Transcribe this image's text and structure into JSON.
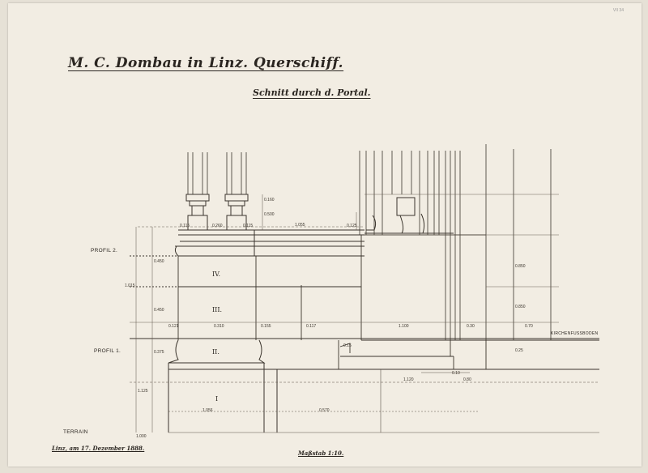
{
  "sheet": {
    "title": "M. C. Dombau in Linz. Querschiff.",
    "subtitle": "Schnitt durch d. Portal.",
    "corner_note": "VII 34",
    "labels": {
      "profile_2": "PROFIL 2.",
      "profile_1": "PROFIL 1.",
      "terrain": "TERRAIN",
      "kirchenfussboden": "KIRCHENFUSSBODEN"
    },
    "courses": [
      "IV.",
      "III.",
      "II.",
      "I"
    ],
    "dimensions": {
      "d_top_left": "0.115",
      "d_top_mid": "0.260",
      "d_top_right": "0.115",
      "d_top_span": "1.055",
      "d_top_end": "0.125",
      "d_vert_1": "0.160",
      "d_vert_2": "0.500",
      "d_vert_3": "0.450",
      "d_vert_4": "0.450",
      "d_vert_5": "0.375",
      "d_vert_6": "1.125",
      "d_height_total": "1.015",
      "d_low_total": "1.000",
      "d_row_1": "0.121",
      "d_row_2": "0.310",
      "d_row_3": "0.155",
      "d_row_4": "0.117",
      "d_row_5": "1.100",
      "d_row_6": "0.30",
      "d_row_7": "0.70",
      "d_base_1": "1.056",
      "d_base_2": "0.570",
      "d_step_1": "1.120",
      "d_step_2": "0.80",
      "d_right_1": "0.850",
      "d_right_2": "0.850",
      "d_right_3": "0.25",
      "d_small_1": "0.15",
      "d_small_2": "0.10"
    },
    "footer_left": "Linz, am 17. Dezember 1888.",
    "footer_center": "Maßstab 1:10."
  }
}
